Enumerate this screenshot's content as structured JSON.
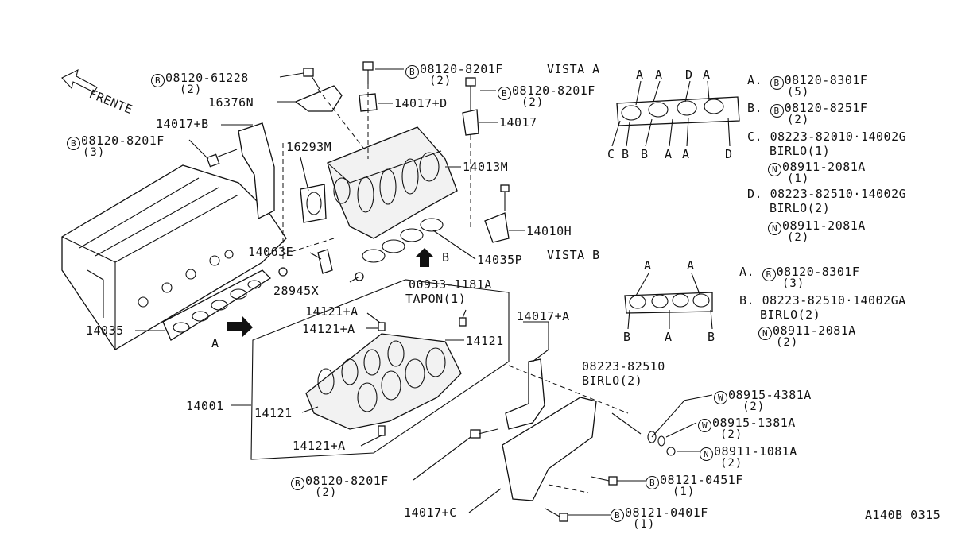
{
  "front_label": "FRENTE",
  "vista_a": "VISTA A",
  "vista_b": "VISTA B",
  "code": "A140B 0315",
  "arrow_a": "A",
  "arrow_b": "B",
  "parts": {
    "p_61228": {
      "circ": "B",
      "text": "08120-61228",
      "qty": "(2)"
    },
    "p_16376N": {
      "text": "16376N"
    },
    "p_14017B": {
      "text": "14017+B"
    },
    "p_8201F_a": {
      "circ": "B",
      "text": "08120-8201F",
      "qty": "(3)"
    },
    "p_16293M": {
      "text": "16293M"
    },
    "p_8201F_top": {
      "circ": "B",
      "text": "08120-8201F",
      "qty": "(2)"
    },
    "p_14017D": {
      "text": "14017+D"
    },
    "p_8201F_b": {
      "circ": "B",
      "text": "08120-8201F",
      "qty": "(2)"
    },
    "p_14017": {
      "text": "14017"
    },
    "p_14013M": {
      "text": "14013M"
    },
    "p_14010H": {
      "text": "14010H"
    },
    "p_14063E": {
      "text": "14063E"
    },
    "p_14035P": {
      "text": "14035P"
    },
    "p_28945X": {
      "text": "28945X"
    },
    "p_14035": {
      "text": "14035"
    },
    "p_00933": {
      "text": "00933-1181A",
      "sub": "TAPON(1)"
    },
    "p_14121A_1": {
      "text": "14121+A"
    },
    "p_14121A_2": {
      "text": "14121+A"
    },
    "p_14121_r": {
      "text": "14121"
    },
    "p_14017A": {
      "text": "14017+A"
    },
    "p_14001": {
      "text": "14001"
    },
    "p_14121_l": {
      "text": "14121"
    },
    "p_14121A_3": {
      "text": "14121+A"
    },
    "p_08223_82510": {
      "text": "08223-82510",
      "sub": "BIRLO(2)"
    },
    "p_4381A": {
      "circ": "W",
      "text": "08915-4381A",
      "qty": "(2)"
    },
    "p_1381A": {
      "circ": "W",
      "text": "08915-1381A",
      "qty": "(2)"
    },
    "p_1081A": {
      "circ": "N",
      "text": "08911-1081A",
      "qty": "(2)"
    },
    "p_0451F": {
      "circ": "B",
      "text": "08121-0451F",
      "qty": "(1)"
    },
    "p_8201F_c": {
      "circ": "B",
      "text": "08120-8201F",
      "qty": "(2)"
    },
    "p_14017C": {
      "text": "14017+C"
    },
    "p_0401F": {
      "circ": "B",
      "text": "08121-0401F",
      "qty": "(1)"
    }
  },
  "legend_a": {
    "a": {
      "key": "A.",
      "circ": "B",
      "text": "08120-8301F",
      "qty": "(5)"
    },
    "b": {
      "key": "B.",
      "circ": "B",
      "text": "08120-8251F",
      "qty": "(2)"
    },
    "c": {
      "key": "C.",
      "text": "08223-82010·14002G",
      "sub": "BIRLO(1)",
      "nut_circ": "N",
      "nut": "08911-2081A",
      "nut_qty": "(1)"
    },
    "d": {
      "key": "D.",
      "text": "08223-82510·14002G",
      "sub": "BIRLO(2)",
      "nut_circ": "N",
      "nut": "08911-2081A",
      "nut_qty": "(2)"
    }
  },
  "legend_b": {
    "a": {
      "key": "A.",
      "circ": "B",
      "text": "08120-8301F",
      "qty": "(3)"
    },
    "b": {
      "key": "B.",
      "text": "08223-82510·14002GA",
      "sub": "BIRLO(2)",
      "nut_circ": "N",
      "nut": "08911-2081A",
      "nut_qty": "(2)"
    }
  },
  "vista_a_letters_top": [
    "A",
    "A",
    "D",
    "A"
  ],
  "vista_a_letters_bottom": [
    "C",
    "B",
    "B",
    "A",
    "A",
    "D"
  ],
  "vista_b_letters_top": [
    "A",
    "A"
  ],
  "vista_b_letters_bottom": [
    "B",
    "A",
    "B"
  ]
}
